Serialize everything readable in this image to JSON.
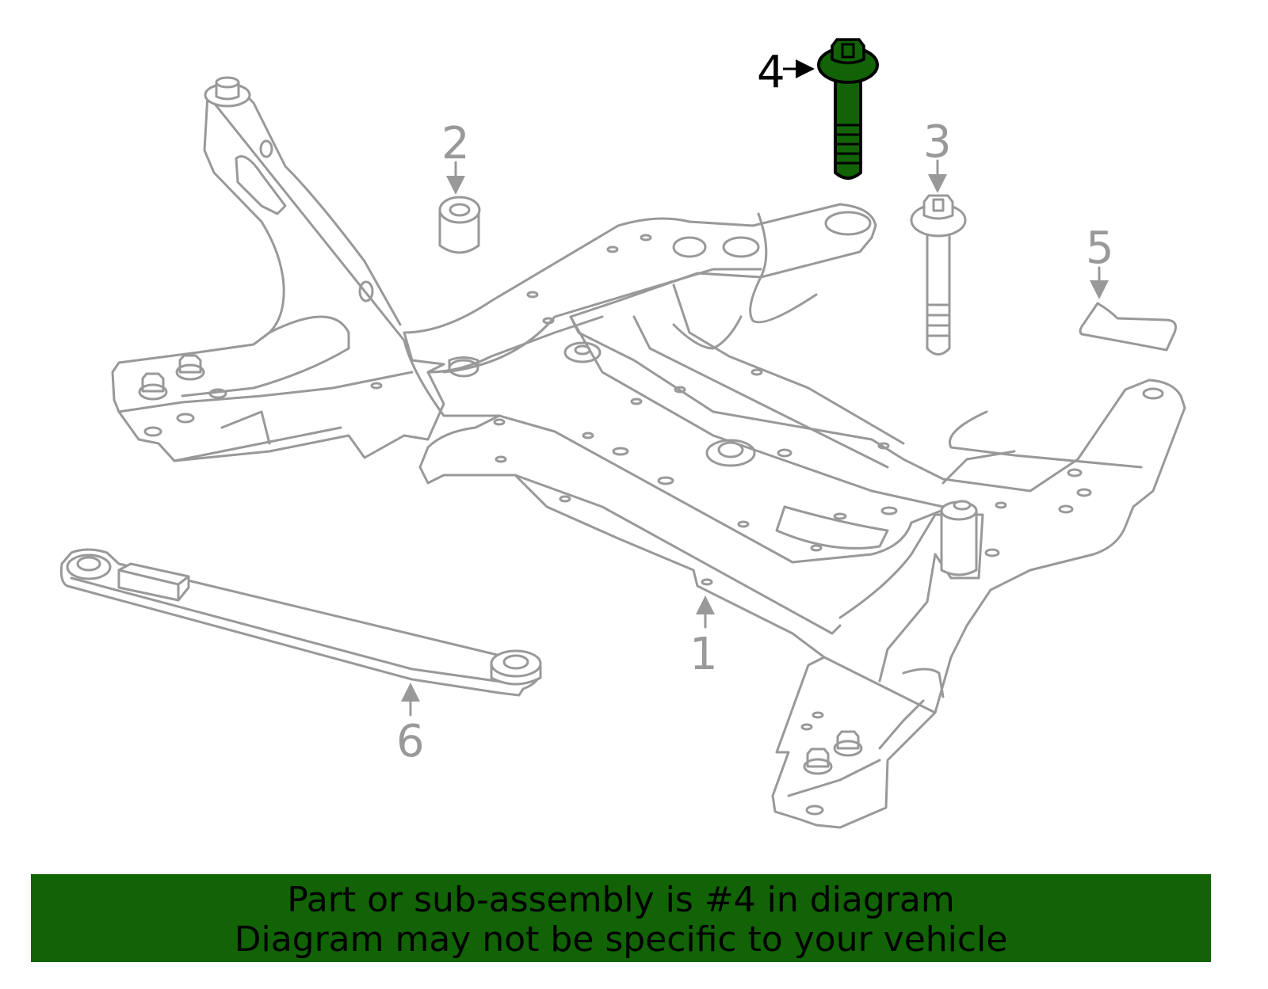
{
  "diagram": {
    "callouts": [
      "1",
      "2",
      "3",
      "4",
      "5",
      "6"
    ],
    "highlighted_callout": "4",
    "highlight_color": "#116306",
    "line_color": "#999999"
  },
  "banner": {
    "line1": "Part or sub-assembly is #4 in diagram",
    "line2": "Diagram may not be specific to your vehicle",
    "background": "#116306"
  }
}
